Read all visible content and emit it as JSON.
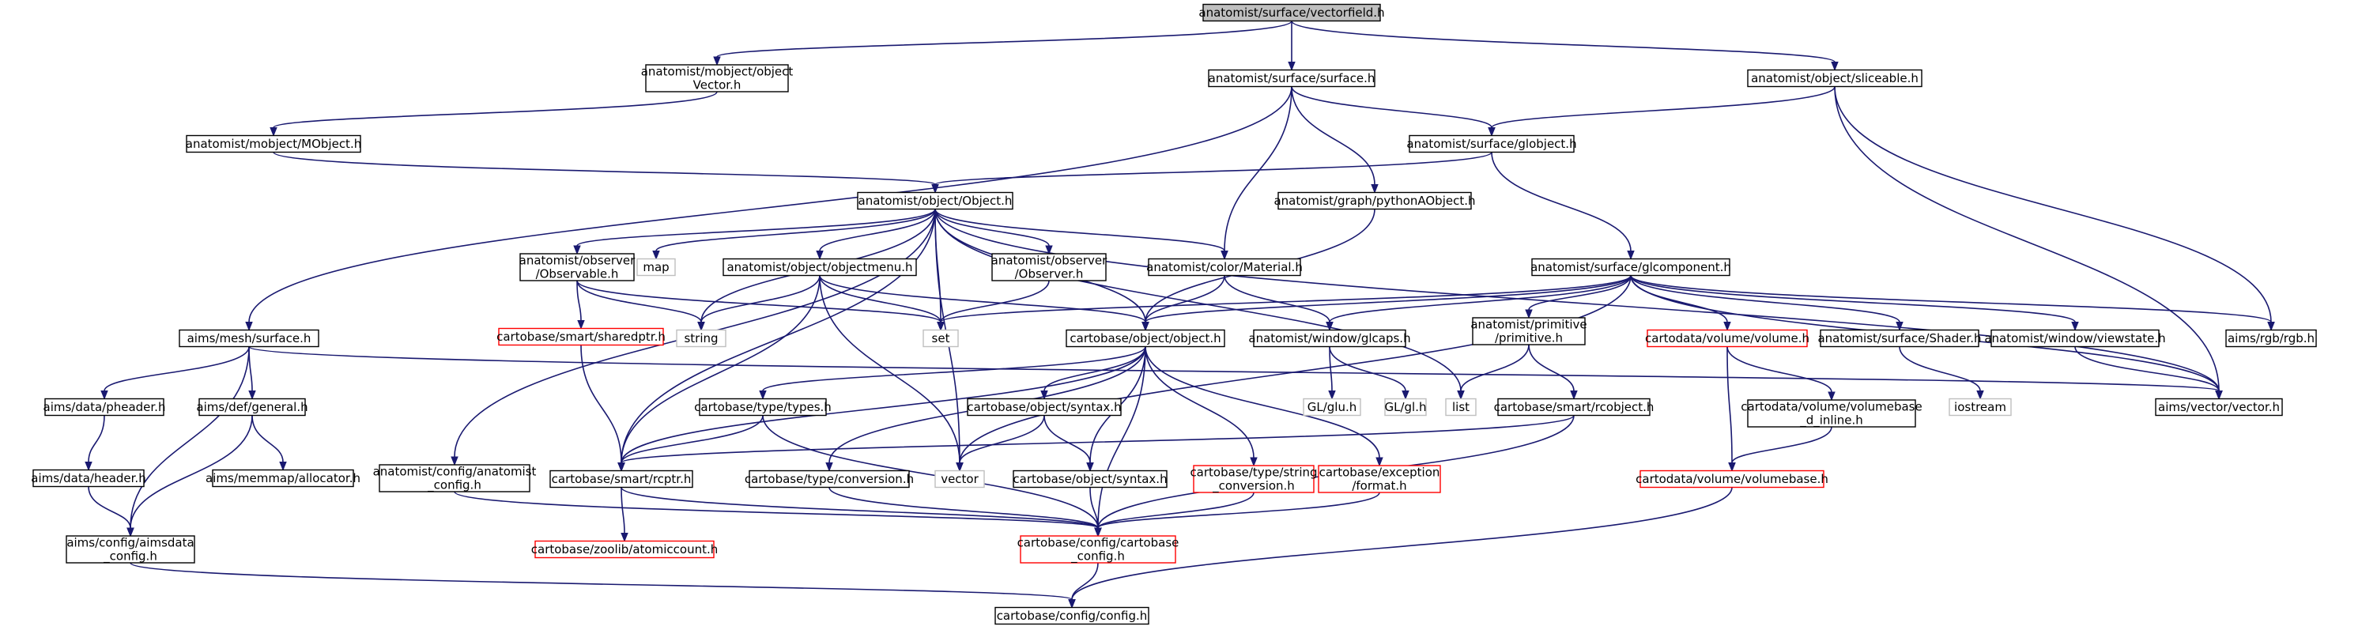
{
  "graph": {
    "nodes": [
      {
        "id": "vectorfield",
        "lines": [
          "anatomist/surface/vectorfield.h"
        ],
        "style": "root",
        "link": false
      },
      {
        "id": "mobjvector",
        "lines": [
          "anatomist/mobject/object",
          "Vector.h"
        ],
        "style": "normal",
        "link": true
      },
      {
        "id": "surfaceh",
        "lines": [
          "anatomist/surface/surface.h"
        ],
        "style": "normal",
        "link": true
      },
      {
        "id": "sliceable",
        "lines": [
          "anatomist/object/sliceable.h"
        ],
        "style": "normal",
        "link": true
      },
      {
        "id": "mobject",
        "lines": [
          "anatomist/mobject/MObject.h"
        ],
        "style": "normal",
        "link": true
      },
      {
        "id": "globject",
        "lines": [
          "anatomist/surface/globject.h"
        ],
        "style": "normal",
        "link": true
      },
      {
        "id": "objecth",
        "lines": [
          "anatomist/object/Object.h"
        ],
        "style": "normal",
        "link": true
      },
      {
        "id": "pythonaobject",
        "lines": [
          "anatomist/graph/pythonAObject.h"
        ],
        "style": "normal",
        "link": true
      },
      {
        "id": "observable",
        "lines": [
          "anatomist/observer",
          "/Observable.h"
        ],
        "style": "normal",
        "link": true
      },
      {
        "id": "map",
        "lines": [
          "map"
        ],
        "style": "external",
        "link": false
      },
      {
        "id": "objectmenu",
        "lines": [
          "anatomist/object/objectmenu.h"
        ],
        "style": "normal",
        "link": true
      },
      {
        "id": "observer",
        "lines": [
          "anatomist/observer",
          "/Observer.h"
        ],
        "style": "normal",
        "link": true
      },
      {
        "id": "material",
        "lines": [
          "anatomist/color/Material.h"
        ],
        "style": "normal",
        "link": true
      },
      {
        "id": "glcomponent",
        "lines": [
          "anatomist/surface/glcomponent.h"
        ],
        "style": "normal",
        "link": true
      },
      {
        "id": "sharedptr",
        "lines": [
          "cartobase/smart/sharedptr.h"
        ],
        "style": "missing",
        "link": true
      },
      {
        "id": "string",
        "lines": [
          "string"
        ],
        "style": "external",
        "link": false
      },
      {
        "id": "set",
        "lines": [
          "set"
        ],
        "style": "external",
        "link": false
      },
      {
        "id": "meshsurface",
        "lines": [
          "aims/mesh/surface.h"
        ],
        "style": "normal",
        "link": true
      },
      {
        "id": "cartoobject",
        "lines": [
          "cartobase/object/object.h"
        ],
        "style": "normal",
        "link": true
      },
      {
        "id": "glcaps",
        "lines": [
          "anatomist/window/glcaps.h"
        ],
        "style": "normal",
        "link": true
      },
      {
        "id": "primitive",
        "lines": [
          "anatomist/primitive",
          "/primitive.h"
        ],
        "style": "normal",
        "link": true
      },
      {
        "id": "volume",
        "lines": [
          "cartodata/volume/volume.h"
        ],
        "style": "missing",
        "link": true
      },
      {
        "id": "shader",
        "lines": [
          "anatomist/surface/Shader.h"
        ],
        "style": "normal",
        "link": true
      },
      {
        "id": "viewstate",
        "lines": [
          "anatomist/window/viewstate.h"
        ],
        "style": "normal",
        "link": true
      },
      {
        "id": "rgb",
        "lines": [
          "aims/rgb/rgb.h"
        ],
        "style": "normal",
        "link": true
      },
      {
        "id": "pheader",
        "lines": [
          "aims/data/pheader.h"
        ],
        "style": "normal",
        "link": true
      },
      {
        "id": "general",
        "lines": [
          "aims/def/general.h"
        ],
        "style": "normal",
        "link": true
      },
      {
        "id": "types",
        "lines": [
          "cartobase/type/types.h"
        ],
        "style": "normal",
        "link": true
      },
      {
        "id": "syntaxh",
        "lines": [
          "cartobase/object/syntax.h"
        ],
        "style": "normal",
        "link": true
      },
      {
        "id": "glu",
        "lines": [
          "GL/glu.h"
        ],
        "style": "external",
        "link": false
      },
      {
        "id": "gl",
        "lines": [
          "GL/gl.h"
        ],
        "style": "external",
        "link": false
      },
      {
        "id": "list",
        "lines": [
          "list"
        ],
        "style": "external",
        "link": false
      },
      {
        "id": "rcobject",
        "lines": [
          "cartobase/smart/rcobject.h"
        ],
        "style": "normal",
        "link": true
      },
      {
        "id": "volumebaseinline",
        "lines": [
          "cartodata/volume/volumebase",
          "_d_inline.h"
        ],
        "style": "normal",
        "link": true
      },
      {
        "id": "iostream",
        "lines": [
          "iostream"
        ],
        "style": "external",
        "link": false
      },
      {
        "id": "vectorh",
        "lines": [
          "aims/vector/vector.h"
        ],
        "style": "normal",
        "link": true
      },
      {
        "id": "header",
        "lines": [
          "aims/data/header.h"
        ],
        "style": "normal",
        "link": true
      },
      {
        "id": "allocator",
        "lines": [
          "aims/memmap/allocator.h"
        ],
        "style": "normal",
        "link": true
      },
      {
        "id": "anaconfig",
        "lines": [
          "anatomist/config/anatomist",
          "_config.h"
        ],
        "style": "normal",
        "link": true
      },
      {
        "id": "rcptr",
        "lines": [
          "cartobase/smart/rcptr.h"
        ],
        "style": "normal",
        "link": true
      },
      {
        "id": "conversion",
        "lines": [
          "cartobase/type/conversion.h"
        ],
        "style": "normal",
        "link": true
      },
      {
        "id": "vector",
        "lines": [
          "vector"
        ],
        "style": "external",
        "link": false
      },
      {
        "id": "syntaxh2",
        "lines": [
          "cartobase/object/syntax.h"
        ],
        "style": "normal",
        "link": true
      },
      {
        "id": "stringconv",
        "lines": [
          "cartobase/type/string",
          "_conversion.h"
        ],
        "style": "missing",
        "link": true
      },
      {
        "id": "format",
        "lines": [
          "cartobase/exception",
          "/format.h"
        ],
        "style": "missing",
        "link": true
      },
      {
        "id": "volumebase",
        "lines": [
          "cartodata/volume/volumebase.h"
        ],
        "style": "missing",
        "link": true
      },
      {
        "id": "atomiccount",
        "lines": [
          "cartobase/zoolib/atomiccount.h"
        ],
        "style": "missing",
        "link": true
      },
      {
        "id": "aimsdataconfig",
        "lines": [
          "aims/config/aimsdata",
          "_config.h"
        ],
        "style": "normal",
        "link": true
      },
      {
        "id": "cartobaseconfig",
        "lines": [
          "cartobase/config/cartobase",
          "_config.h"
        ],
        "style": "missing",
        "link": true
      },
      {
        "id": "configh",
        "lines": [
          "cartobase/config/config.h"
        ],
        "style": "normal",
        "link": true
      }
    ],
    "edges": [
      [
        "vectorfield",
        "mobjvector"
      ],
      [
        "vectorfield",
        "surfaceh"
      ],
      [
        "vectorfield",
        "sliceable"
      ],
      [
        "mobjvector",
        "mobject"
      ],
      [
        "mobject",
        "objecth"
      ],
      [
        "surfaceh",
        "globject"
      ],
      [
        "surfaceh",
        "pythonaobject"
      ],
      [
        "surfaceh",
        "material"
      ],
      [
        "surfaceh",
        "meshsurface"
      ],
      [
        "sliceable",
        "globject"
      ],
      [
        "sliceable",
        "rgb"
      ],
      [
        "sliceable",
        "vectorh"
      ],
      [
        "globject",
        "objecth"
      ],
      [
        "globject",
        "glcomponent"
      ],
      [
        "pythonaobject",
        "cartoobject"
      ],
      [
        "objecth",
        "observable"
      ],
      [
        "objecth",
        "map"
      ],
      [
        "objecth",
        "objectmenu"
      ],
      [
        "objecth",
        "observer"
      ],
      [
        "objecth",
        "material"
      ],
      [
        "objecth",
        "string"
      ],
      [
        "objecth",
        "set"
      ],
      [
        "objecth",
        "cartoobject"
      ],
      [
        "objecth",
        "list"
      ],
      [
        "objecth",
        "vector"
      ],
      [
        "objecth",
        "anaconfig"
      ],
      [
        "objecth",
        "rcptr"
      ],
      [
        "objecth",
        "vectorh"
      ],
      [
        "observable",
        "sharedptr"
      ],
      [
        "observable",
        "string"
      ],
      [
        "observable",
        "set"
      ],
      [
        "objectmenu",
        "string"
      ],
      [
        "objectmenu",
        "set"
      ],
      [
        "objectmenu",
        "cartoobject"
      ],
      [
        "objectmenu",
        "rcptr"
      ],
      [
        "objectmenu",
        "vector"
      ],
      [
        "observer",
        "set"
      ],
      [
        "material",
        "cartoobject"
      ],
      [
        "material",
        "glcaps"
      ],
      [
        "glcomponent",
        "set"
      ],
      [
        "glcomponent",
        "cartoobject"
      ],
      [
        "glcomponent",
        "glcaps"
      ],
      [
        "glcomponent",
        "primitive"
      ],
      [
        "glcomponent",
        "volume"
      ],
      [
        "glcomponent",
        "shader"
      ],
      [
        "glcomponent",
        "viewstate"
      ],
      [
        "glcomponent",
        "rgb"
      ],
      [
        "glcomponent",
        "vectorh"
      ],
      [
        "glcomponent",
        "vector"
      ],
      [
        "sharedptr",
        "rcptr"
      ],
      [
        "meshsurface",
        "pheader"
      ],
      [
        "meshsurface",
        "general"
      ],
      [
        "meshsurface",
        "vectorh"
      ],
      [
        "meshsurface",
        "aimsdataconfig"
      ],
      [
        "cartoobject",
        "types"
      ],
      [
        "cartoobject",
        "syntaxh"
      ],
      [
        "cartoobject",
        "rcptr"
      ],
      [
        "cartoobject",
        "conversion"
      ],
      [
        "cartoobject",
        "syntaxh2"
      ],
      [
        "cartoobject",
        "stringconv"
      ],
      [
        "cartoobject",
        "format"
      ],
      [
        "cartoobject",
        "cartobaseconfig"
      ],
      [
        "glcaps",
        "glu"
      ],
      [
        "glcaps",
        "gl"
      ],
      [
        "primitive",
        "list"
      ],
      [
        "primitive",
        "rcobject"
      ],
      [
        "volume",
        "volumebaseinline"
      ],
      [
        "volume",
        "volumebase"
      ],
      [
        "shader",
        "iostream"
      ],
      [
        "viewstate",
        "vectorh"
      ],
      [
        "pheader",
        "header"
      ],
      [
        "header",
        "aimsdataconfig"
      ],
      [
        "general",
        "allocator"
      ],
      [
        "general",
        "aimsdataconfig"
      ],
      [
        "types",
        "rcptr"
      ],
      [
        "types",
        "cartobaseconfig"
      ],
      [
        "syntaxh",
        "vector"
      ],
      [
        "syntaxh",
        "syntaxh2"
      ],
      [
        "rcobject",
        "rcptr"
      ],
      [
        "rcobject",
        "cartobaseconfig"
      ],
      [
        "volumebaseinline",
        "volumebase"
      ],
      [
        "volumebase",
        "configh"
      ],
      [
        "anaconfig",
        "cartobaseconfig"
      ],
      [
        "rcptr",
        "atomiccount"
      ],
      [
        "rcptr",
        "cartobaseconfig"
      ],
      [
        "conversion",
        "cartobaseconfig"
      ],
      [
        "syntaxh2",
        "cartobaseconfig"
      ],
      [
        "stringconv",
        "cartobaseconfig"
      ],
      [
        "format",
        "cartobaseconfig"
      ],
      [
        "cartobaseconfig",
        "configh"
      ],
      [
        "aimsdataconfig",
        "configh"
      ]
    ]
  },
  "colors": {
    "edge": "#191970",
    "root_fill": "#bfbfbf",
    "normal_border": "#000000",
    "missing_border": "#ff0000",
    "external_border": "#bfbfbf"
  }
}
